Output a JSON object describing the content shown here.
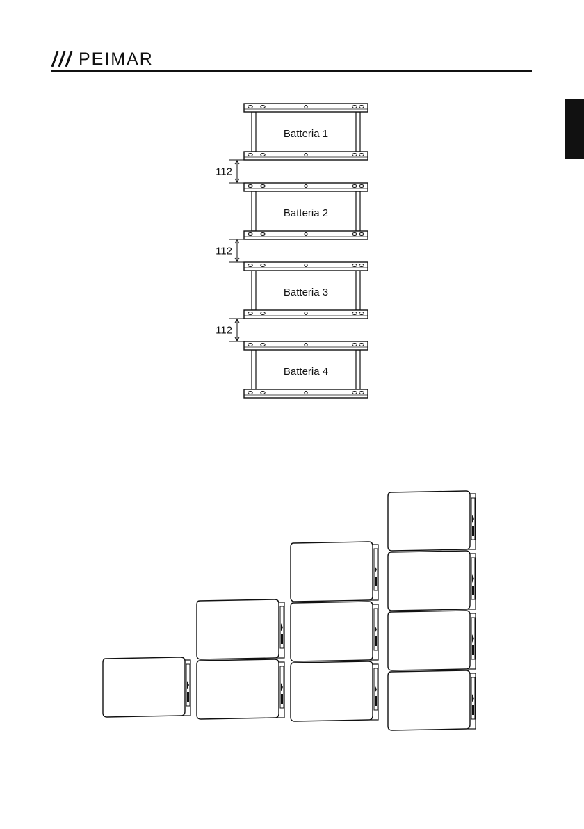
{
  "header": {
    "brand": "PEIMAR",
    "logo_icon": "triple-slash-logo-icon"
  },
  "side_tab": {
    "color": "#111111"
  },
  "mounting_diagram": {
    "batteries": [
      {
        "label": "Batteria 1"
      },
      {
        "label": "Batteria 2"
      },
      {
        "label": "Batteria 3"
      },
      {
        "label": "Batteria 4"
      }
    ],
    "gaps": [
      {
        "value": "112"
      },
      {
        "value": "112"
      },
      {
        "value": "112"
      }
    ]
  },
  "stack_configurations": [
    {
      "modules": 1
    },
    {
      "modules": 2
    },
    {
      "modules": 3
    },
    {
      "modules": 4
    }
  ]
}
